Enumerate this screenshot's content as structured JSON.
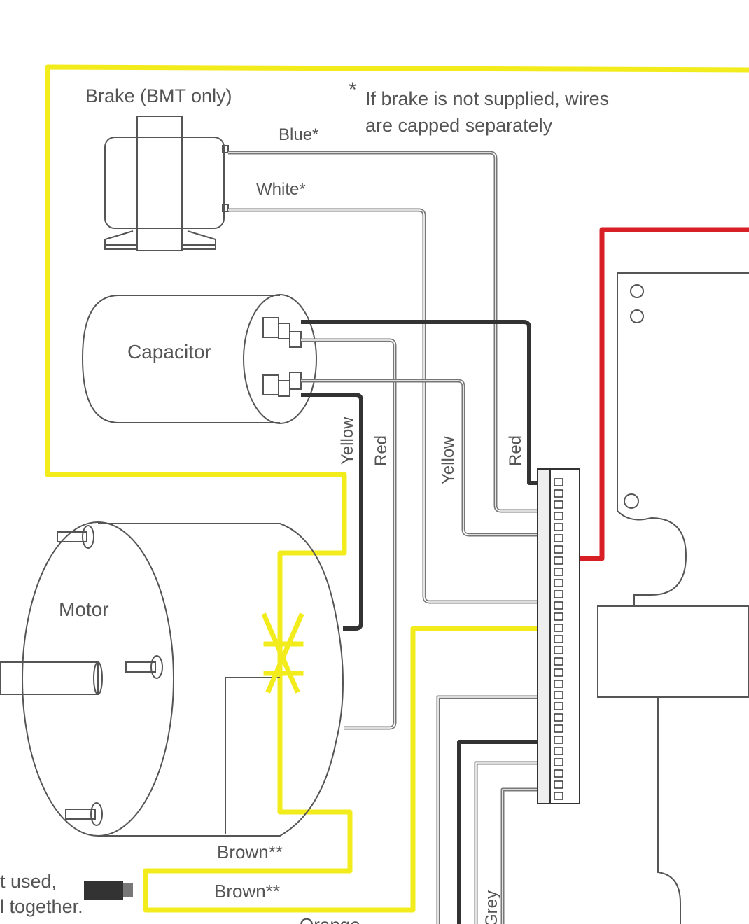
{
  "labels": {
    "brake": "Brake (BMT only)",
    "note_star": "*",
    "note_line1": "If brake is not supplied, wires",
    "note_line2": "are capped separately",
    "blue": "Blue*",
    "white": "White*",
    "capacitor": "Capacitor",
    "yellow_1": "Yellow",
    "red_1": "Red",
    "yellow_2": "Yellow",
    "red_2": "Red",
    "motor": "Motor",
    "brown_1": "Brown**",
    "brown_2": "Brown**",
    "left_note_1": "t used,",
    "left_note_2": "l together.",
    "orange_partial": "Orange",
    "grey_partial": "Grey"
  },
  "colors": {
    "yellow_wire": "#f2ec1c",
    "red_wire": "#d81f26",
    "grey_wire": "#777777",
    "dark_wire": "#333333",
    "outline": "#555555"
  }
}
